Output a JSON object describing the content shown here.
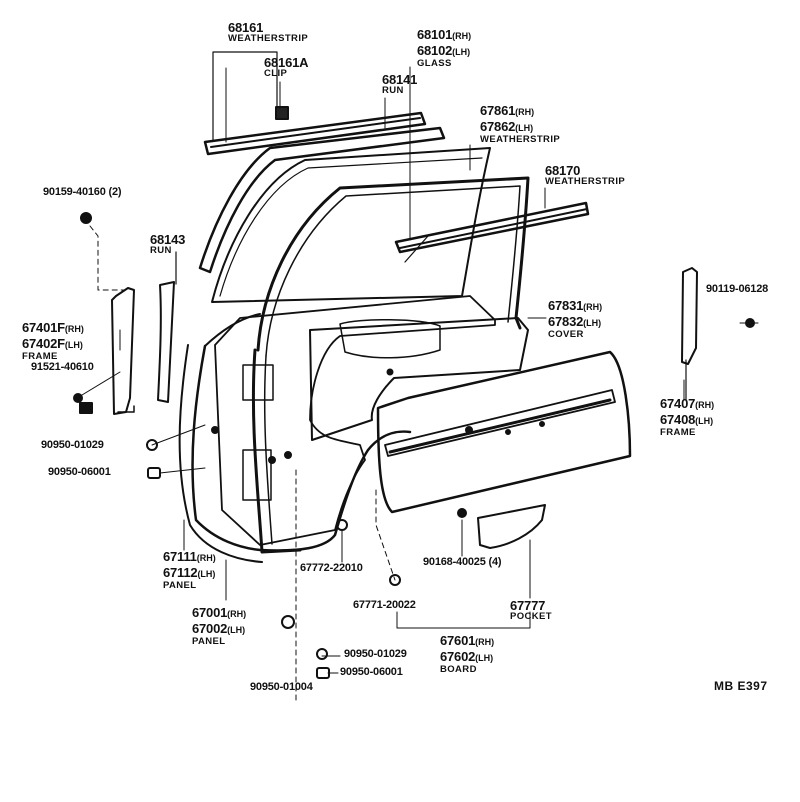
{
  "parts": {
    "weatherstrip_68161": {
      "number": "68161",
      "name": "WEATHERSTRIP"
    },
    "clip_68161a": {
      "number": "68161A",
      "name": "CLIP"
    },
    "glass": {
      "number_rh": "68101",
      "suffix_rh": "(RH)",
      "number_lh": "68102",
      "suffix_lh": "(LH)",
      "name": "GLASS"
    },
    "run_68141": {
      "number": "68141",
      "name": "RUN"
    },
    "weatherstrip_67861": {
      "number_rh": "67861",
      "suffix_rh": "(RH)",
      "number_lh": "67862",
      "suffix_lh": "(LH)",
      "name": "WEATHERSTRIP"
    },
    "weatherstrip_68170": {
      "number": "68170",
      "name": "WEATHERSTRIP"
    },
    "bolt_90159": {
      "number": "90159-40160 (2)"
    },
    "run_68143": {
      "number": "68143",
      "name": "RUN"
    },
    "frame_67401": {
      "number_rh": "67401F",
      "suffix_rh": "(RH)",
      "number_lh": "67402F",
      "suffix_lh": "(LH)",
      "name": "FRAME"
    },
    "bolt_91521": {
      "number": "91521-40610"
    },
    "cover": {
      "number_rh": "67831",
      "suffix_rh": "(RH)",
      "number_lh": "67832",
      "suffix_lh": "(LH)",
      "name": "COVER"
    },
    "screw_90119": {
      "number": "90119-06128"
    },
    "frame_67407": {
      "number_rh": "67407",
      "suffix_rh": "(RH)",
      "number_lh": "67408",
      "suffix_lh": "(LH)",
      "name": "FRAME"
    },
    "plug_90950_01029_upper": {
      "number": "90950-01029"
    },
    "plug_90950_06001_upper": {
      "number": "90950-06001"
    },
    "panel_67111": {
      "number_rh": "67111",
      "suffix_rh": "(RH)",
      "number_lh": "67112",
      "suffix_lh": "(LH)",
      "name": "PANEL"
    },
    "panel_67001": {
      "number_rh": "67001",
      "suffix_rh": "(RH)",
      "number_lh": "67002",
      "suffix_lh": "(LH)",
      "name": "PANEL"
    },
    "clip_67772": {
      "number": "67772-22010"
    },
    "screw_90168": {
      "number": "90168-40025 (4)"
    },
    "clip_67771": {
      "number": "67771-20022"
    },
    "pocket": {
      "number": "67777",
      "name": "POCKET"
    },
    "board": {
      "number_rh": "67601",
      "suffix_rh": "(RH)",
      "number_lh": "67602",
      "suffix_lh": "(LH)",
      "name": "BOARD"
    },
    "plug_90950_01029_lower": {
      "number": "90950-01029"
    },
    "plug_90950_06001_lower": {
      "number": "90950-06001"
    },
    "plug_90950_01004": {
      "number": "90950-01004"
    }
  },
  "diagram_code": "MB  E397"
}
